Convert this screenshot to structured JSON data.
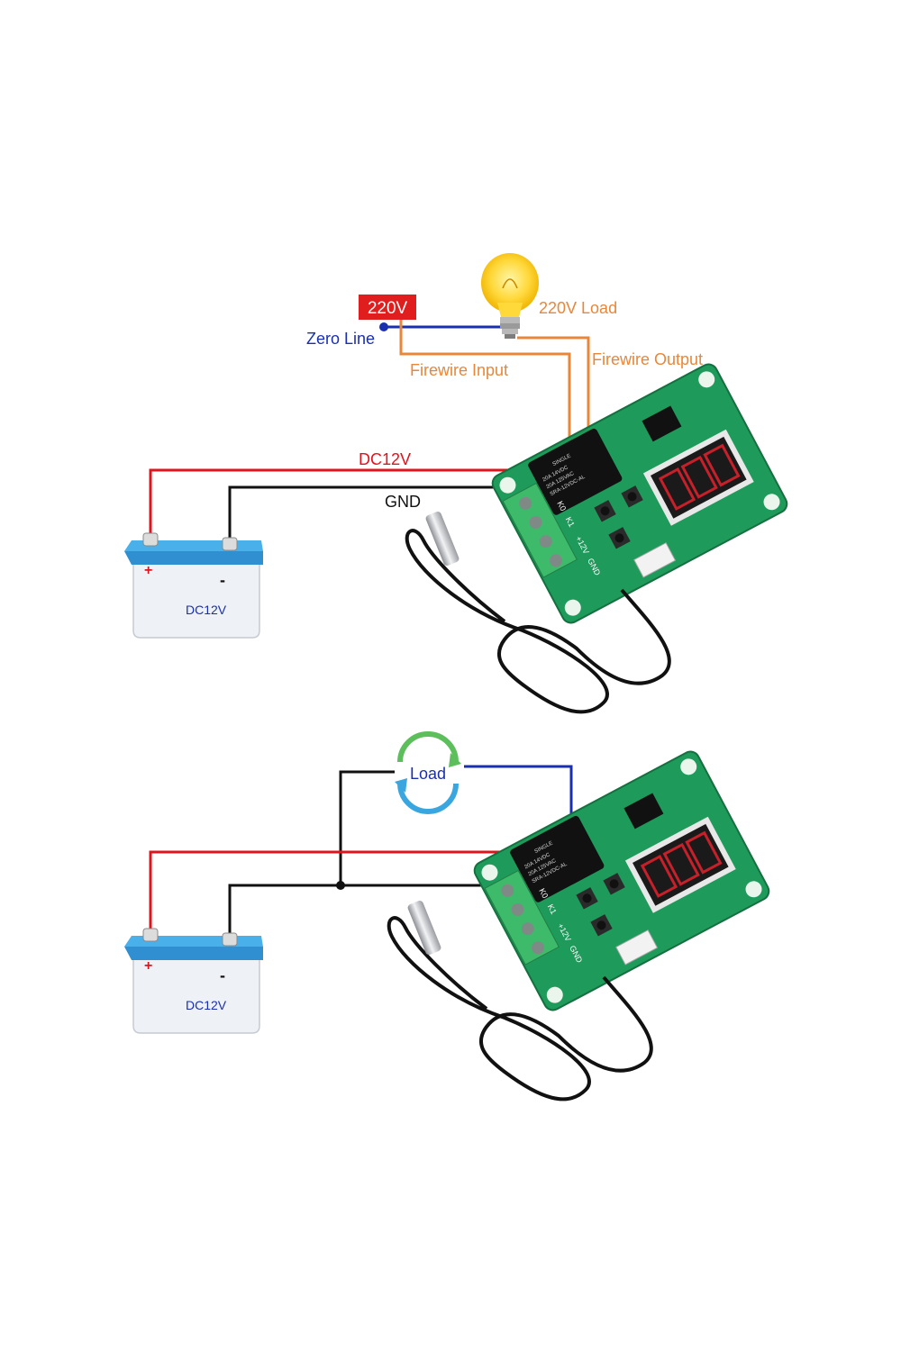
{
  "colors": {
    "positive": "#e0141e",
    "ground": "#111111",
    "zero_line": "#1a2fb0",
    "firewire": "#e8873a",
    "pcb": "#1e9a5a",
    "terminal": "#3dbb6a",
    "battery_top": "#2f9ee0",
    "battery_body": "#eef1f5"
  },
  "diagram_top": {
    "voltage_badge": "220V",
    "zero_line_label": "Zero Line",
    "load_label": "220V Load",
    "firewire_input_label": "Firewire Input",
    "firewire_output_label": "Firewire Output",
    "dc_label": "DC12V",
    "gnd_label": "GND",
    "battery": {
      "label": "DC12V",
      "plus": "+",
      "minus": "-"
    },
    "board": {
      "relay_lines": [
        "SINGLE",
        "20A 14VDC",
        "20A 125VAC",
        "SRA-12VDC-AL"
      ],
      "terminal_labels": [
        "GND",
        "+12V",
        "K1",
        "K0"
      ]
    }
  },
  "diagram_bottom": {
    "load_label": "Load",
    "battery": {
      "label": "DC12V",
      "plus": "+",
      "minus": "-"
    },
    "board": {
      "relay_lines": [
        "SINGLE",
        "20A 14VDC",
        "20A 125VAC",
        "SRA-12VDC-AL"
      ],
      "terminal_labels": [
        "GND",
        "+12V",
        "K1",
        "K0"
      ]
    }
  }
}
